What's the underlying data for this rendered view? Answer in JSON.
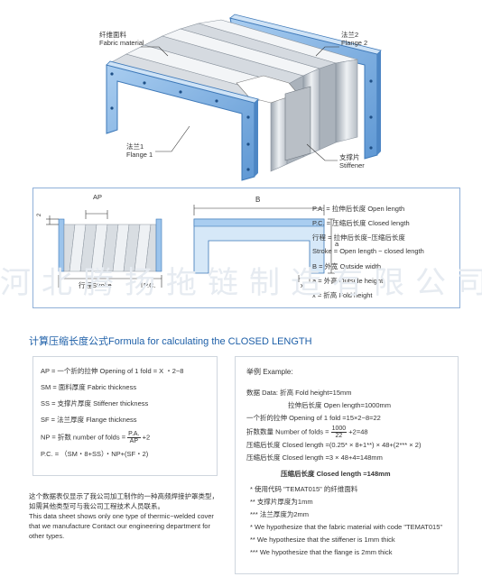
{
  "diagram": {
    "fabric_cn": "纤维面料",
    "fabric_en": "Fabric material",
    "flange2_cn": "法兰2",
    "flange2_en": "Flange 2",
    "flange1_cn": "法兰1",
    "flange1_en": "Flange 1",
    "stiffener_cn": "支撑片",
    "stiffener_en": "Stiffener"
  },
  "spec": {
    "ap": "AP",
    "b": "B",
    "dim2": "2",
    "a": "a",
    "x": "x",
    "stroke_label": "行程Stroke",
    "pc_label": "P.C.",
    "legend": [
      "P.A.  = 拉伸后长度 Open length",
      "P.C.  = 压缩后长度 Closed length",
      "行程  = 拉伸后长度−压缩后长度",
      "Stroke  = Open length − closed length",
      "B  = 外宽 Outside width",
      "a  = 外高 Outside height",
      "x  = 折高 Fold height"
    ]
  },
  "watermark": "河北腾扬拖链制造有限公司",
  "section_title": "计算压缩长度公式Formula for calculating the CLOSED LENGTH",
  "formulas": {
    "ap": "AP  =  一个折的拉伸 Opening of 1 fold = X ・2−8",
    "sm": "SM  =  面料厚度 Fabric thickness",
    "ss": "SS  =  支撑片厚度 Stiffener thickness",
    "sf": "SF  =  法兰厚度 Flange thickness",
    "np_prefix": "NP  =  折数 number of folds =",
    "np_num": "P.A.",
    "np_den": "AP",
    "np_suffix": "+2",
    "pc": "P.C. = （SM・8+SS）・NP+(SF・2)"
  },
  "note": {
    "cn": "这个数据表仅显示了我公司加工制作的一种高频焊接护罩类型，如需其他类型可与我公司工程技术人员联系。",
    "en": "This data sheet shows only one type of thermic−welded cover that we manufacture Contact our engineering department for other types."
  },
  "example": {
    "title": "举例 Example:",
    "l1": "数据 Data: 折高 Fold height=15mm",
    "l2": "拉伸后长度 Open length=1000mm",
    "l3": "一个折的拉伸 Opening of 1 fold =15×2−8=22",
    "l4_prefix": "折数数量 Number of folds =",
    "l4_num": "1000",
    "l4_den": "22",
    "l4_suffix": "+2=48",
    "l5": "压缩后长度 Closed length =(0.25* × 8+1**) × 48+(2*** × 2)",
    "l6": "压缩后长度 Closed length =3 × 48+4=148mm",
    "result": "压缩后长度 Closed length =148mm",
    "n1": "*    使用代码 \"TEMAT015\" 的纤维面料",
    "n2": "**   支撑片厚度为1mm",
    "n3": "***  法兰厚度为2mm",
    "n4": "*    We hypothesize that the fabric material with code \"TEMAT015\"",
    "n5": "**   We hypothesize that the stiffener is 1mm thick",
    "n6": "***  We hypothesize that the flange is 2mm thick"
  },
  "colors": {
    "flange_blue": "#7fb0e0",
    "fabric_gray": "#c8cdd3",
    "title_blue": "#1d5fa8",
    "box_border": "#8fb0d8"
  }
}
